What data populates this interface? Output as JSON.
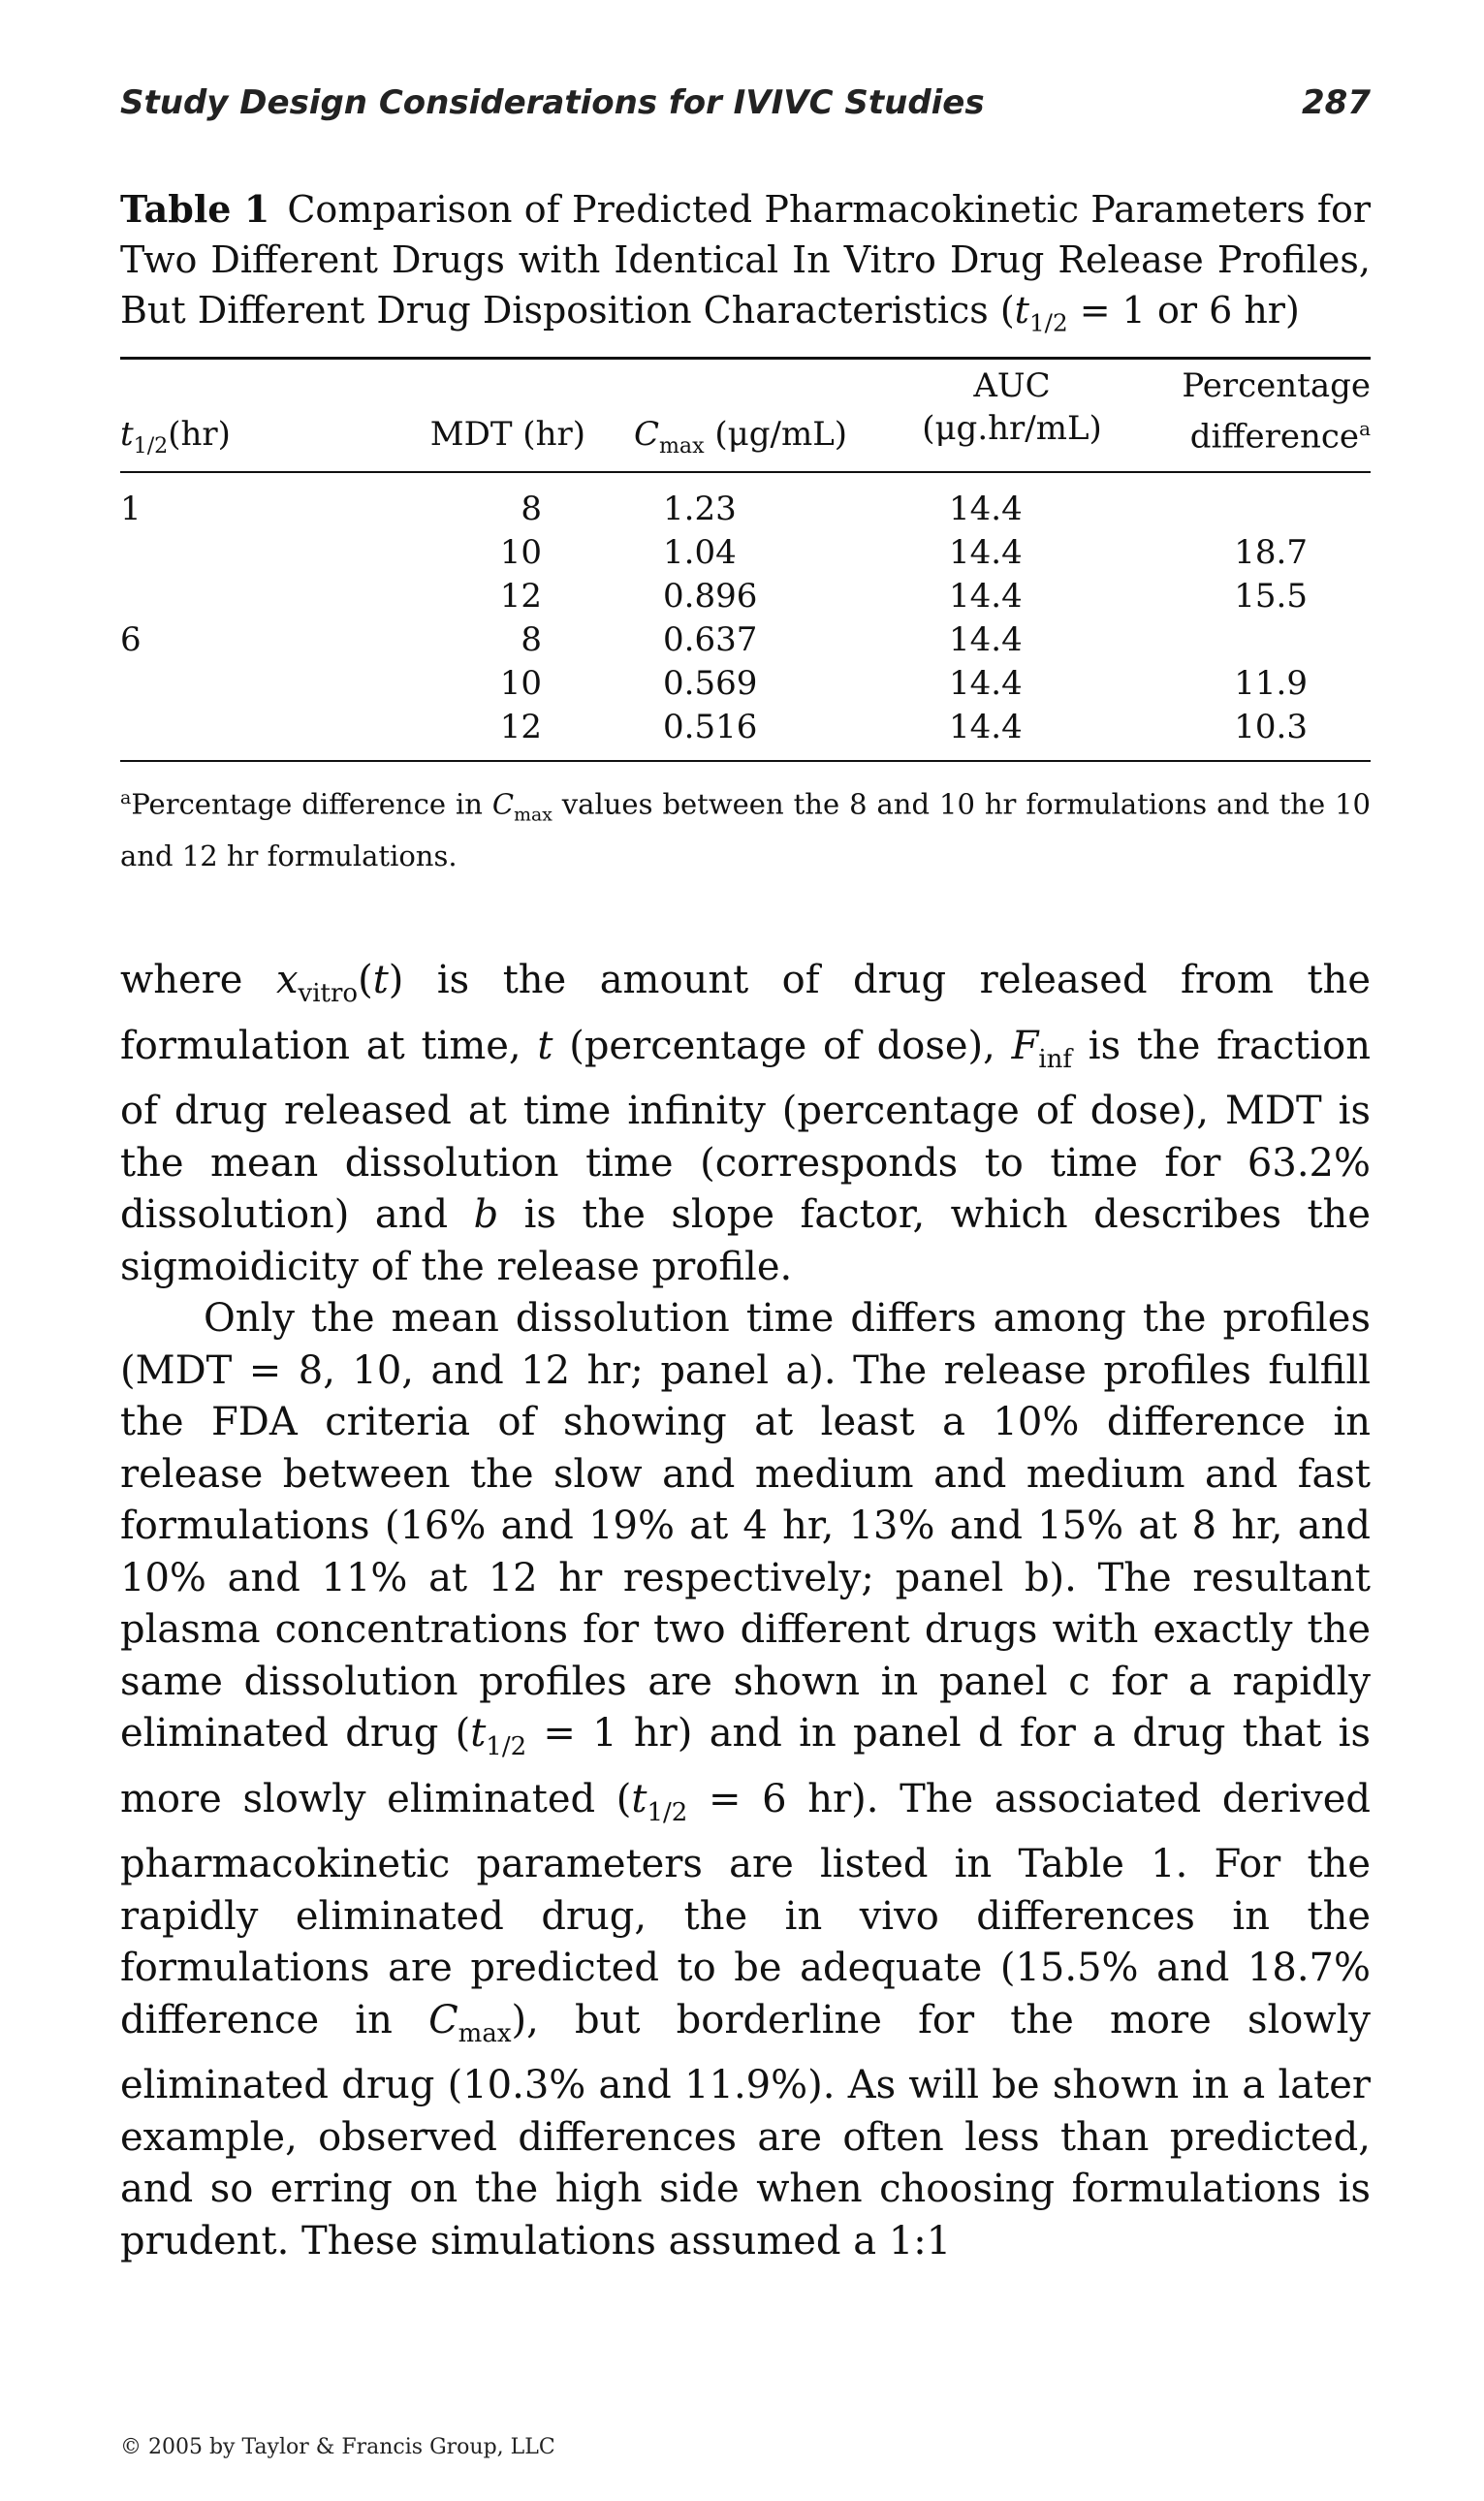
{
  "running_head": {
    "title": "Study Design Considerations for IVIVC Studies",
    "page_number": "287"
  },
  "table": {
    "label": "Table 1",
    "caption": "Comparison of Predicted Pharmacokinetic Parameters for Two Different Drugs with Identical In Vitro Drug Release Profiles, But Different Drug Disposition Characteristics (t1/2 = 1 or 6 hr)",
    "caption_plain": "Comparison of Predicted Pharmacokinetic Parameters for Two Different Drugs with Identical In Vitro Drug Release Profiles, But Different Drug Disposition Characteristics (",
    "caption_tail": " = 1 or 6 hr)",
    "columns": {
      "t_half": "(hr)",
      "mdt": "MDT (hr)",
      "cmax_unit": "(μg/mL)",
      "auc_line1": "AUC",
      "auc_line2": "(μg.hr/mL)",
      "pct_line1": "Percentage",
      "pct_line2": "difference"
    },
    "rows": [
      {
        "t_half": "1",
        "mdt": "8",
        "cmax": "1.23",
        "auc": "14.4",
        "pct": ""
      },
      {
        "t_half": "",
        "mdt": "10",
        "cmax": "1.04",
        "auc": "14.4",
        "pct": "18.7"
      },
      {
        "t_half": "",
        "mdt": "12",
        "cmax": "0.896",
        "auc": "14.4",
        "pct": "15.5"
      },
      {
        "t_half": "6",
        "mdt": "8",
        "cmax": "0.637",
        "auc": "14.4",
        "pct": ""
      },
      {
        "t_half": "",
        "mdt": "10",
        "cmax": "0.569",
        "auc": "14.4",
        "pct": "11.9"
      },
      {
        "t_half": "",
        "mdt": "12",
        "cmax": "0.516",
        "auc": "14.4",
        "pct": "10.3"
      }
    ],
    "footnote_marker": "a",
    "footnote_part1": "Percentage difference in ",
    "footnote_part2": " values between the 8 and 10 hr formulations and the 10 and 12 hr formulations."
  },
  "body": {
    "p1_a": "where ",
    "p1_b": " is the amount of drug released from the formulation at time, ",
    "p1_c": " (percentage of dose), ",
    "p1_d": " is the fraction of drug released at time infinity (percentage of dose), MDT is the mean dissolution time (corresponds to time for 63.2% dissolution) and ",
    "p1_e": " is the slope factor, which describes the sigmoidicity of the release profile.",
    "p2_a": "Only the mean dissolution time differs among the profiles (MDT = 8, 10, and 12 hr; panel a). The release profiles fulfill the FDA criteria of showing at least a 10% difference in release between the slow and medium and medium and fast formulations (16% and 19% at 4 hr, 13% and 15% at 8 hr, and 10% and 11% at 12 hr respectively; panel b). The resultant plasma concentrations for two different drugs with exactly the same dissolution profiles are shown in panel c for a rapidly eliminated drug (",
    "p2_b": " = 1 hr) and in panel d for a drug that is more slowly eliminated (",
    "p2_c": " = 6 hr). The associated derived pharmacokinetic parameters are listed in Table 1. For the rapidly eliminated drug, the in vivo differences in the formulations are predicted to be adequate (15.5% and 18.7% difference in ",
    "p2_d": "), but borderline for the more slowly eliminated drug (10.3% and 11.9%). As will be shown in a later example, observed differences are often less than predicted, and so erring on the high side when choosing formulations is prudent. These simulations assumed a 1:1"
  },
  "copyright": "© 2005 by Taylor & Francis Group, LLC"
}
